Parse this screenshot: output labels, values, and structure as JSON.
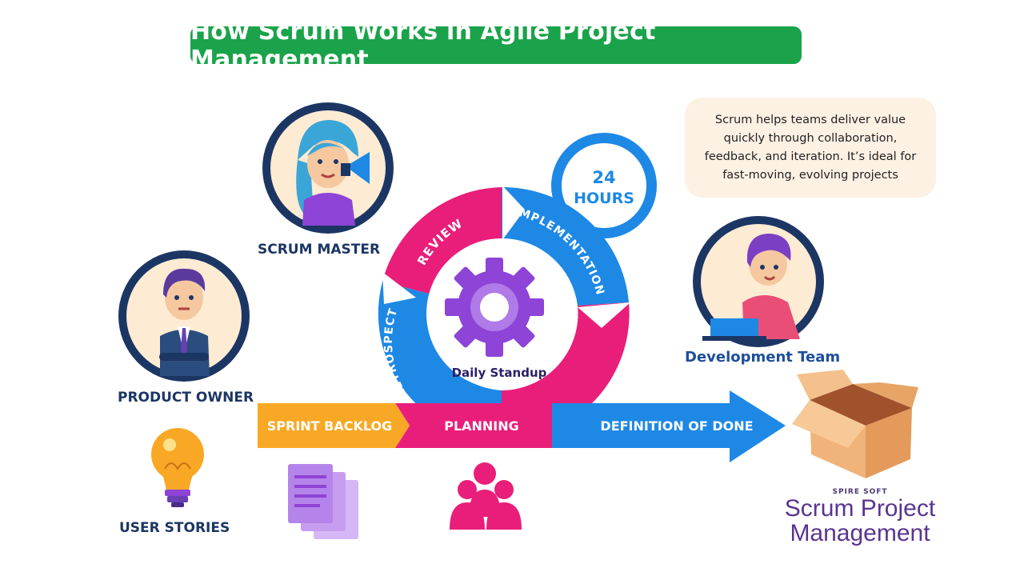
{
  "title": "How Scrum Works in Agile Project Management",
  "info_text": "Scrum helps teams deliver value quickly through collaboration, feedback, and iteration. It’s ideal for fast-moving, evolving projects",
  "roles": {
    "scrum_master": "SCRUM MASTER",
    "product_owner": "PRODUCT OWNER",
    "development_team": "Development Team",
    "user_stories": "USER STORIES"
  },
  "cycle": {
    "review": "REVIEW",
    "implementation": "IMPLEMENTATION",
    "retrospect": "RETROSPECT",
    "center": "Daily Standup",
    "hours_number": "24",
    "hours_label": "HOURS"
  },
  "flow": {
    "sprint_backlog": "SPRINT BACKLOG",
    "planning": "PLANNING",
    "definition_of_done": "DEFINITION OF DONE"
  },
  "brand": {
    "small": "SPIRE SOFT",
    "line1": "Scrum Project",
    "line2": "Management"
  },
  "colors": {
    "title_green": "#1aa34a",
    "cycle_blue": "#1e88e5",
    "cycle_pink": "#e91e7a",
    "backlog_orange": "#f9a825",
    "gear_purple": "#8e44d6",
    "navy_text": "#1c3664"
  }
}
